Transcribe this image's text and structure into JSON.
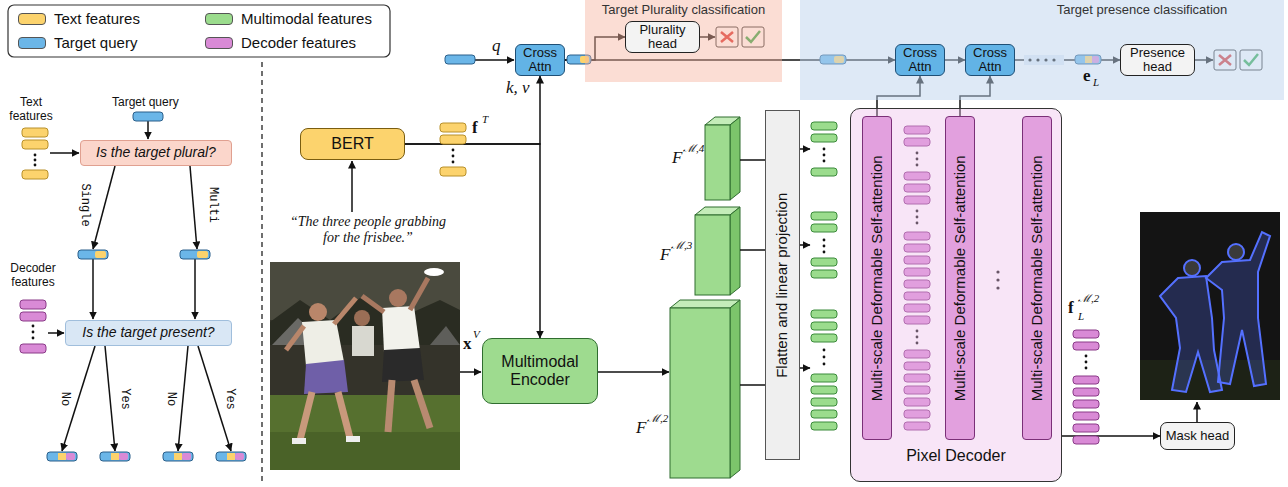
{
  "diagram": {
    "nodes": [
      {
        "text": [
          "Cross Attn"
        ]
      },
      {
        "text": [
          "Target Plurality classification"
        ]
      },
      {
        "text": [
          "Plurality head"
        ],
        "in": 1
      },
      {
        "text": [
          "Target presence classification"
        ]
      },
      {
        "text": [
          "Cross Attn"
        ],
        "in": 3
      },
      {
        "text": [
          "Cross Attn"
        ],
        "in": 3
      },
      {
        "text": [
          "Presence head"
        ],
        "in": 3
      },
      {
        "text": [
          "BERT"
        ]
      },
      {
        "text": [
          "Multimodal Encoder"
        ]
      },
      {
        "text": [
          "Flatten and linear projection"
        ]
      },
      {
        "text": [
          "Pixel Decoder"
        ]
      },
      {
        "text": [
          "Multi-scale Deformable Self-attention"
        ],
        "in": 10
      },
      {
        "text": [
          "Multi-scale Deformable Self-attention"
        ],
        "in": 10
      },
      {
        "text": [
          "Multi-scale Deformable Self-attention"
        ],
        "in": 10
      },
      {
        "text": [
          "Mask head"
        ]
      },
      {
        "text": [
          "Is the target plural?"
        ]
      },
      {
        "text": [
          "Is the target present?"
        ]
      }
    ],
    "edges": [
      {
        "from": 0,
        "to": 2,
        "arrow": "to"
      },
      {
        "from": 0,
        "to": 4,
        "arrow": "to"
      },
      {
        "from": 4,
        "to": 5,
        "arrow": "to"
      },
      {
        "from": 5,
        "to": 6,
        "arrow": "to"
      },
      {
        "from": 7,
        "to": 0,
        "arrow": "to"
      },
      {
        "from": 7,
        "to": 8,
        "arrow": "to"
      },
      {
        "from": 11,
        "to": 4,
        "arrow": "to"
      },
      {
        "from": 12,
        "to": 5,
        "arrow": "to"
      },
      {
        "from": 10,
        "to": 14,
        "arrow": "to"
      }
    ],
    "labels": [
      "Text features",
      "Target query",
      "Single",
      "Multi",
      "Decoder features",
      "No",
      "Yes",
      "No",
      "Yes",
      "q",
      "k, v",
      "f",
      "T",
      "“The three people grabbing for the frisbee.”",
      "x",
      "V",
      "F",
      "ℳ,4",
      "F",
      "ℳ,3",
      "F",
      "ℳ,2",
      "e",
      "L",
      "f",
      "ℳ,2",
      "L"
    ],
    "legend": [
      {
        "text": "Text features",
        "color": "#fcd36d"
      },
      {
        "text": "Target query",
        "color": "#6bb6e8"
      },
      {
        "text": "Multimodal features",
        "color": "#9bdc8d"
      },
      {
        "text": "Decoder features",
        "color": "#d98ad6"
      }
    ]
  }
}
